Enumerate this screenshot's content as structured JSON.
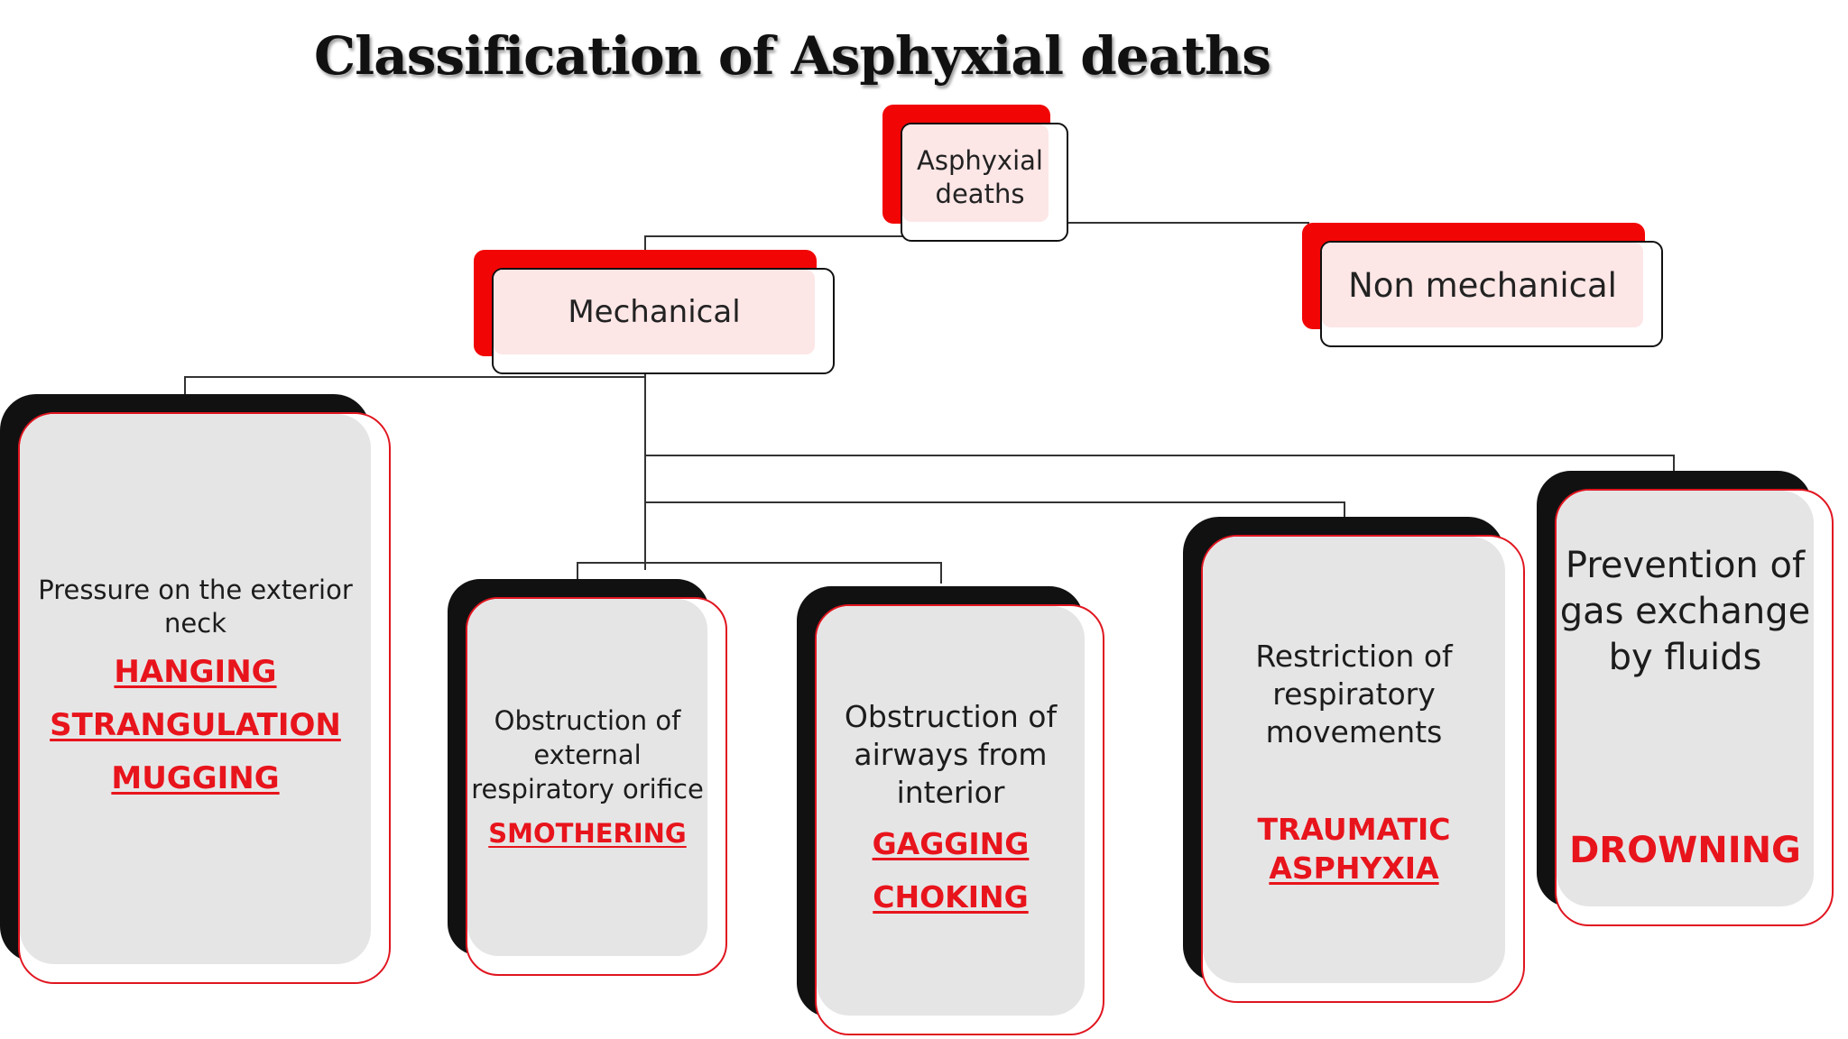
{
  "title": "Classification of Asphyxial deaths",
  "colors": {
    "accent_red": "#f20505",
    "shadow_black": "#111111",
    "box_fill": "#fde6e6",
    "card_fill": "#e6e5e6",
    "link_red": "#e8141c"
  },
  "nodes": {
    "root": {
      "line1": "Asphyxial",
      "line2": "deaths"
    },
    "mechanical": "Mechanical",
    "non_mechanical": "Non mechanical"
  },
  "categories": [
    {
      "description": [
        "Pressure on the exterior",
        "neck"
      ],
      "examples": [
        "HANGING",
        "STRANGULATION",
        "MUGGING"
      ]
    },
    {
      "description": [
        "Obstruction of",
        "external",
        "respiratory orifice"
      ],
      "examples": [
        "SMOTHERING"
      ]
    },
    {
      "description": [
        "Obstruction of",
        "airways from",
        "interior"
      ],
      "examples": [
        "GAGGING",
        "CHOKING"
      ]
    },
    {
      "description": [
        "Restriction of",
        "respiratory",
        "movements"
      ],
      "examples": [
        "TRAUMATIC",
        "ASPHYXIA"
      ]
    },
    {
      "description": [
        "Prevention of",
        "gas exchange",
        "by fluids"
      ],
      "examples": [
        "DROWNING"
      ]
    }
  ]
}
